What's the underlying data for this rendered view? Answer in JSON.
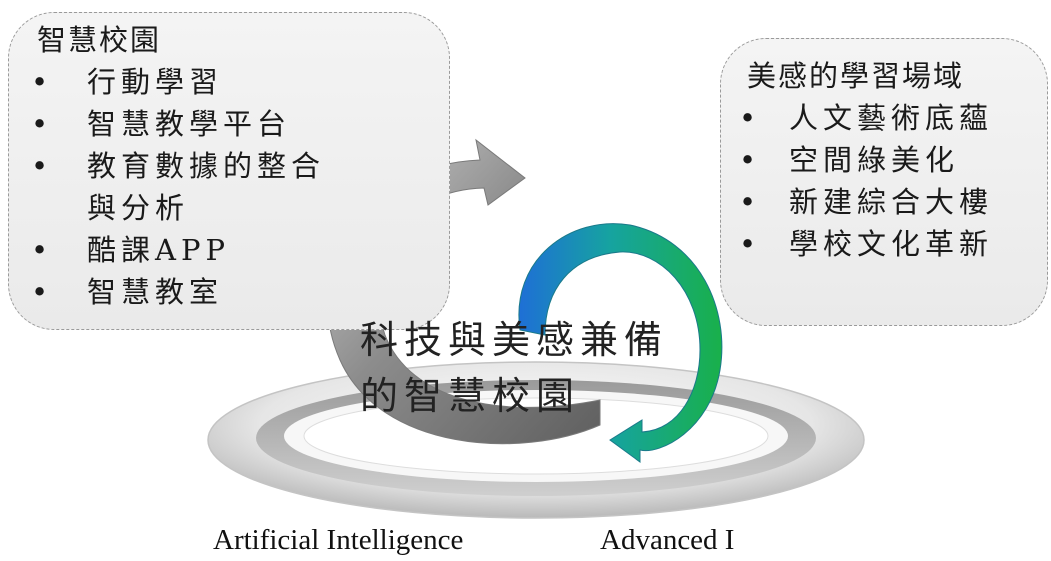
{
  "left_box": {
    "title": "智慧校園",
    "bullet": "•",
    "items": [
      "行動學習",
      "智慧教學平台",
      "教育數據的整合",
      "與分析",
      "酷課APP",
      "智慧教室"
    ]
  },
  "right_box": {
    "title": "美感的學習場域",
    "bullet": "•",
    "items": [
      "人文藝術底蘊",
      "空間綠美化",
      "新建綜合大樓",
      "學校文化革新"
    ]
  },
  "center": {
    "line1": "科技與美感兼備",
    "line2": "的智慧校園"
  },
  "captions": {
    "left": "Artificial Intelligence",
    "right": "Advanced I"
  },
  "colors": {
    "box_fill": "#eeeeee",
    "box_border": "#9a9a9a",
    "gray_arrow": "#8a8a8a",
    "blue": "#1e88d6",
    "green": "#1faa4a"
  }
}
